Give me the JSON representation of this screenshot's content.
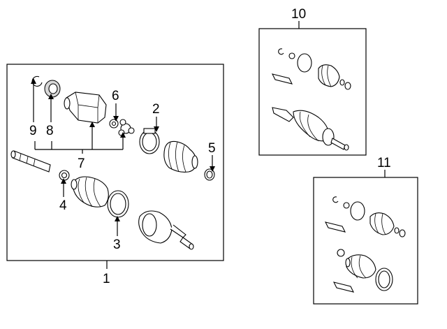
{
  "callouts": {
    "c1": "1",
    "c2": "2",
    "c3": "3",
    "c4": "4",
    "c5": "5",
    "c6": "6",
    "c7": "7",
    "c8": "8",
    "c9": "9",
    "c10": "10",
    "c11": "11"
  },
  "colors": {
    "line": "#000000",
    "background": "#ffffff",
    "shade": "#d8d8d8"
  }
}
